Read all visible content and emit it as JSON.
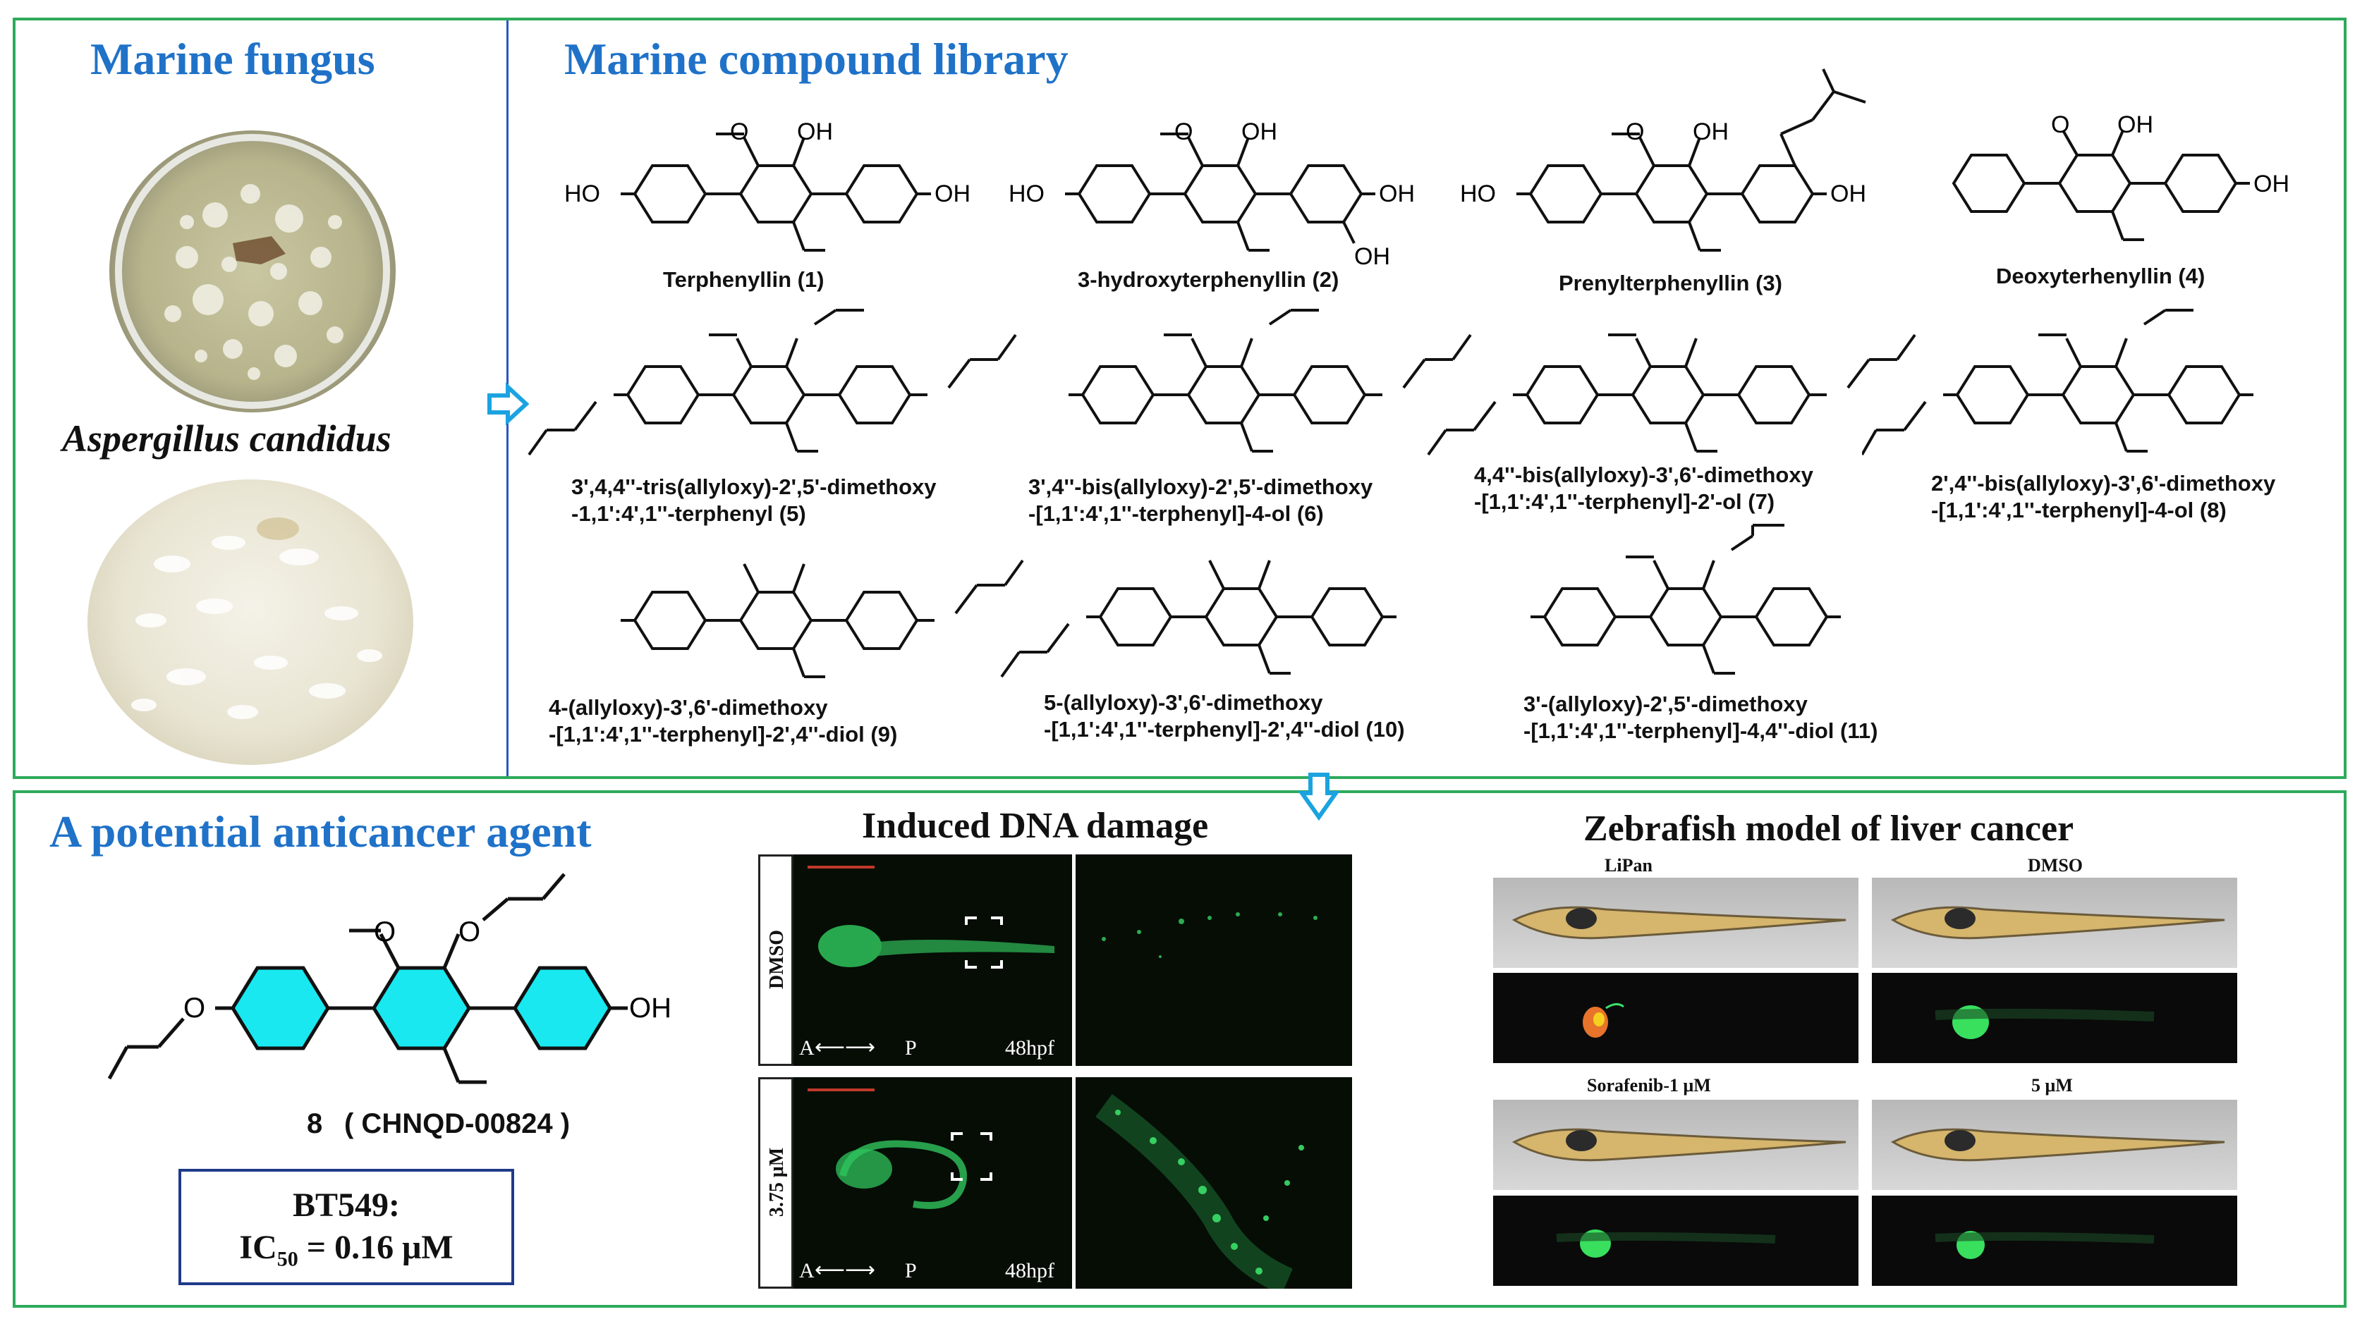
{
  "top_left": {
    "title": "Marine fungus",
    "species": "Aspergillus candidus"
  },
  "top_right": {
    "title": "Marine compound library",
    "compounds": [
      {
        "name_lines": [
          "Terphenyllin (1)"
        ]
      },
      {
        "name_lines": [
          "3-hydroxyterphenyllin (2)"
        ]
      },
      {
        "name_lines": [
          "Prenylterphenyllin (3)"
        ]
      },
      {
        "name_lines": [
          "Deoxyterhenyllin (4)"
        ]
      },
      {
        "name_lines": [
          "3',4,4''-tris(allyloxy)-2',5'-dimethoxy",
          "-1,1':4',1''-terphenyl (5)"
        ]
      },
      {
        "name_lines": [
          "3',4''-bis(allyloxy)-2',5'-dimethoxy",
          "-[1,1':4',1''-terphenyl]-4-ol (6)"
        ]
      },
      {
        "name_lines": [
          "4,4''-bis(allyloxy)-3',6'-dimethoxy",
          "-[1,1':4',1''-terphenyl]-2'-ol (7)"
        ]
      },
      {
        "name_lines": [
          "2',4''-bis(allyloxy)-3',6'-dimethoxy",
          "-[1,1':4',1''-terphenyl]-4-ol (8)"
        ]
      },
      {
        "name_lines": [
          "4-(allyloxy)-3',6'-dimethoxy",
          "-[1,1':4',1''-terphenyl]-2',4''-diol (9)"
        ]
      },
      {
        "name_lines": [
          "5-(allyloxy)-3',6'-dimethoxy",
          "-[1,1':4',1''-terphenyl]-2',4''-diol (10)"
        ]
      },
      {
        "name_lines": [
          "3'-(allyloxy)-2',5'-dimethoxy",
          "-[1,1':4',1''-terphenyl]-4,4''-diol (11)"
        ]
      }
    ]
  },
  "bottom": {
    "title": "A potential anticancer agent",
    "compound_number": "8",
    "compound_code": "( CHNQD-00824 )",
    "ic50_line1": "BT549:",
    "ic50_line2_prefix": "IC",
    "ic50_line2_sub": "50",
    "ic50_line2_suffix": " = 0.16 μM",
    "dna_title": "Induced DNA damage",
    "dna_rows": [
      {
        "label": "DMSO",
        "axis_a": "A",
        "axis_p": "P",
        "stage": "48hpf"
      },
      {
        "label": "3.75 μM",
        "axis_a": "A",
        "axis_p": "P",
        "stage": "48hpf"
      }
    ],
    "zebrafish_title": "Zebrafish model of liver cancer",
    "zebrafish_panels": [
      "LiPan",
      "DMSO",
      "Sorafenib-1 μM",
      "5 μM"
    ]
  },
  "colors": {
    "panel_border": "#2eaa5c",
    "heading": "#1f72c8",
    "arrow": "#1ba3e0",
    "highlight_ring": "#19e8f0",
    "fluorescence": "#3be06a"
  },
  "atom_labels": {
    "hydroxyl": "OH",
    "hydroxyl_left": "HO",
    "oxygen": "O"
  }
}
